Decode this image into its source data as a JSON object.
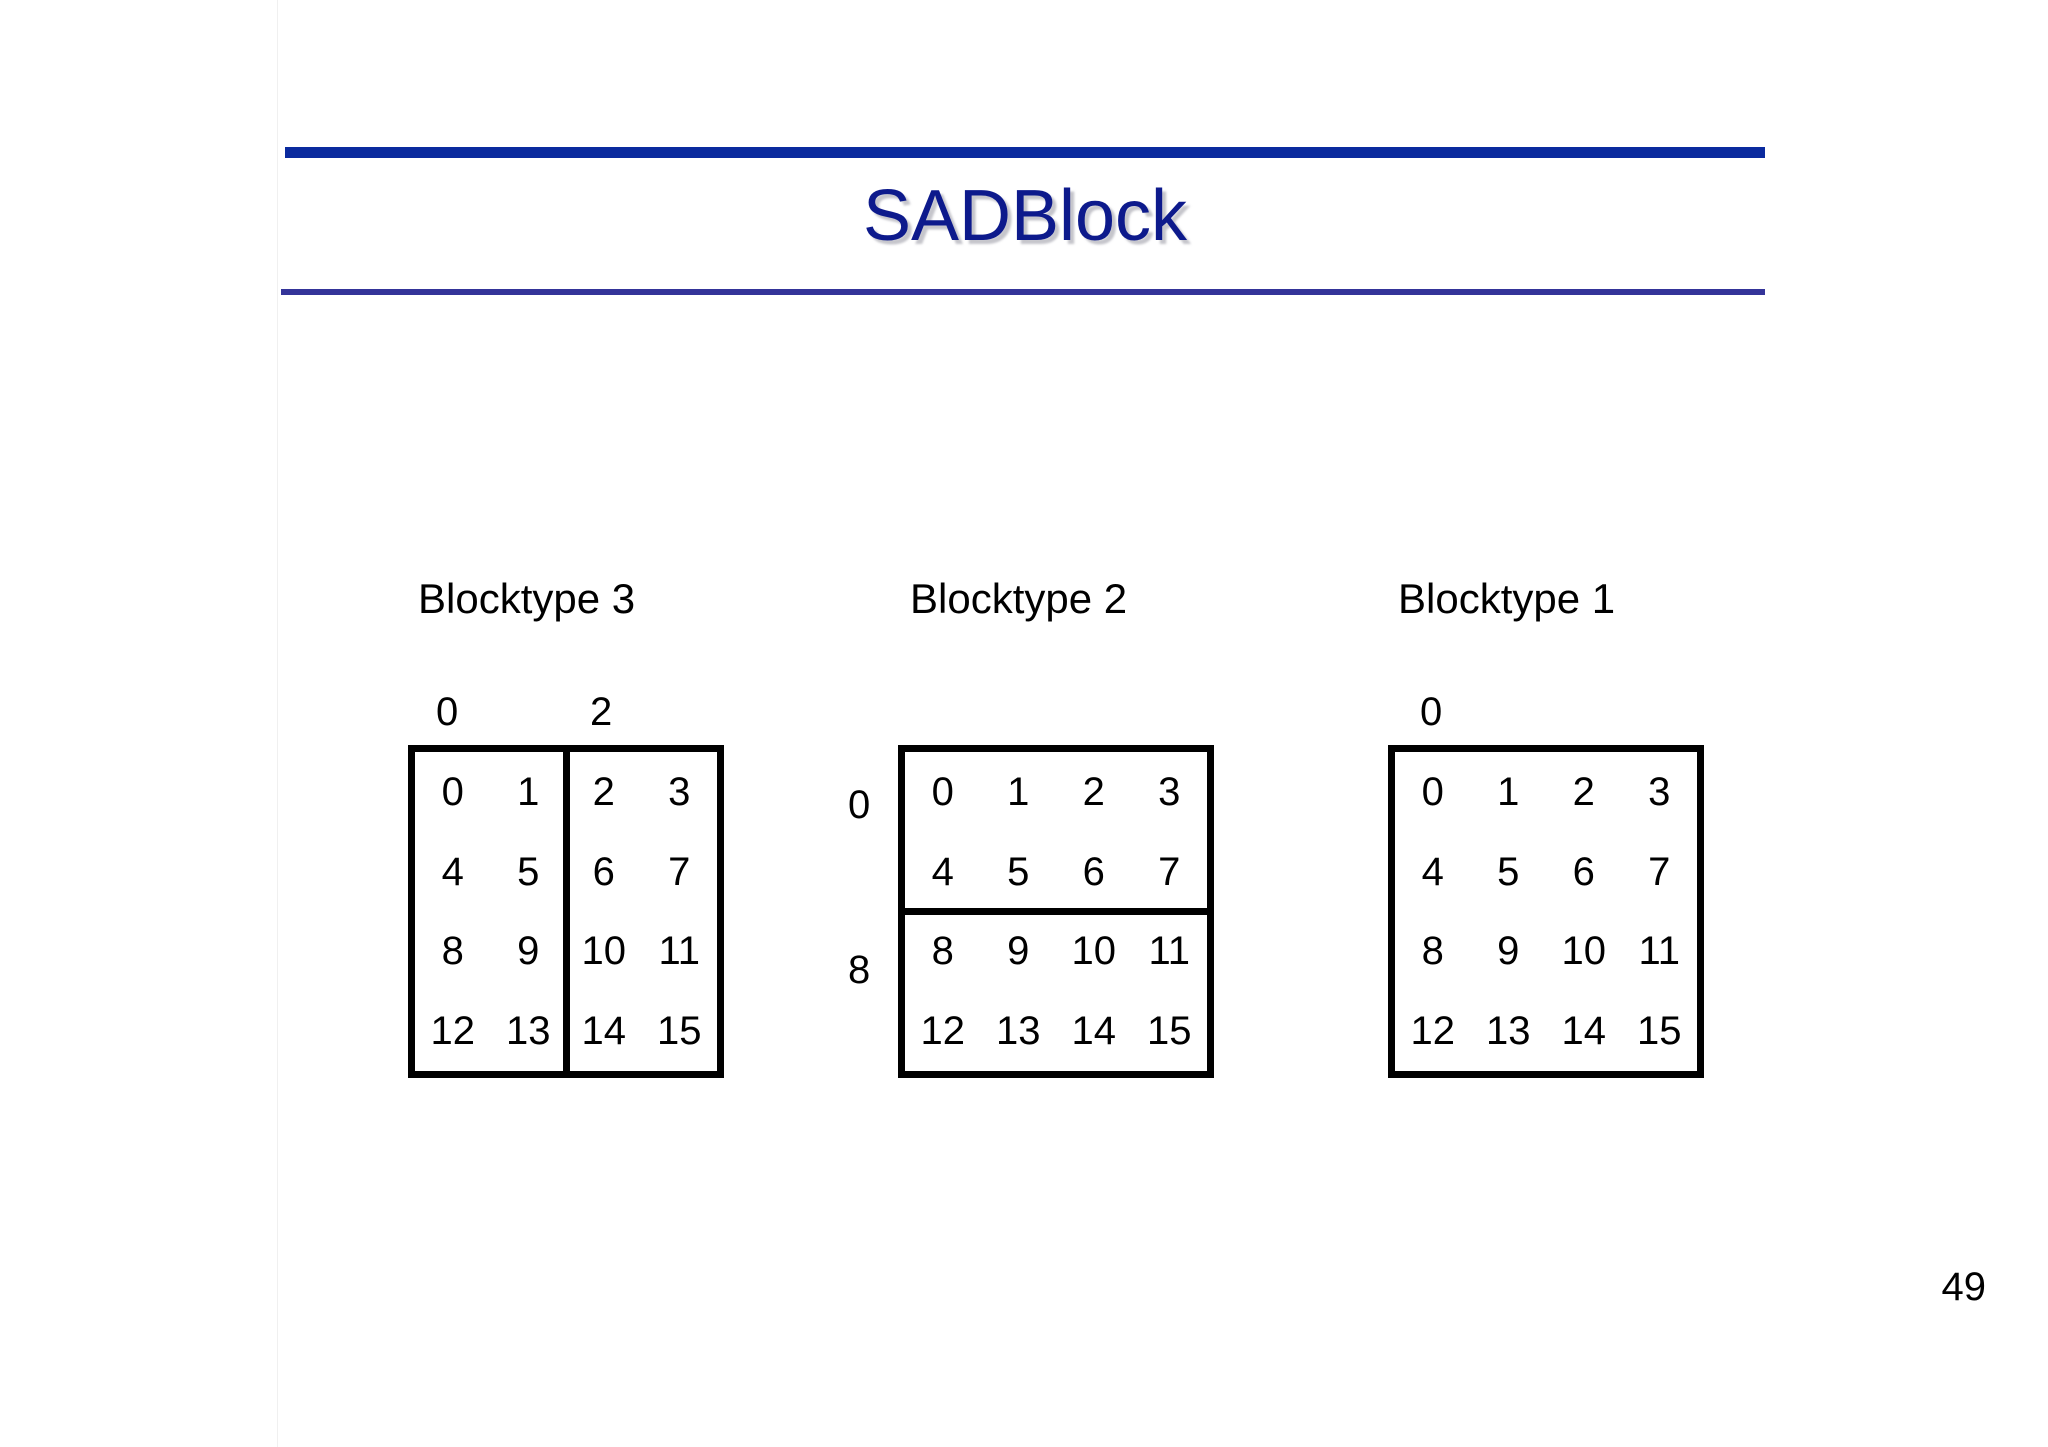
{
  "slide": {
    "title": "SADBlock",
    "page_number": "49",
    "accent_color_top_rule": "#0a2a9e",
    "accent_color_bottom_rule": "#343499",
    "title_color": "#0d1a8c"
  },
  "diagrams": [
    {
      "heading": "Blocktype 3",
      "split": "vertical",
      "top_labels": [
        "0",
        "2"
      ],
      "left_labels": [],
      "cells": [
        "0",
        "1",
        "2",
        "3",
        "4",
        "5",
        "6",
        "7",
        "8",
        "9",
        "10",
        "11",
        "12",
        "13",
        "14",
        "15"
      ]
    },
    {
      "heading": "Blocktype 2",
      "split": "horizontal",
      "top_labels": [],
      "left_labels": [
        "0",
        "8"
      ],
      "cells": [
        "0",
        "1",
        "2",
        "3",
        "4",
        "5",
        "6",
        "7",
        "8",
        "9",
        "10",
        "11",
        "12",
        "13",
        "14",
        "15"
      ]
    },
    {
      "heading": "Blocktype 1",
      "split": "none",
      "top_labels": [
        "0"
      ],
      "left_labels": [],
      "cells": [
        "0",
        "1",
        "2",
        "3",
        "4",
        "5",
        "6",
        "7",
        "8",
        "9",
        "10",
        "11",
        "12",
        "13",
        "14",
        "15"
      ]
    }
  ]
}
